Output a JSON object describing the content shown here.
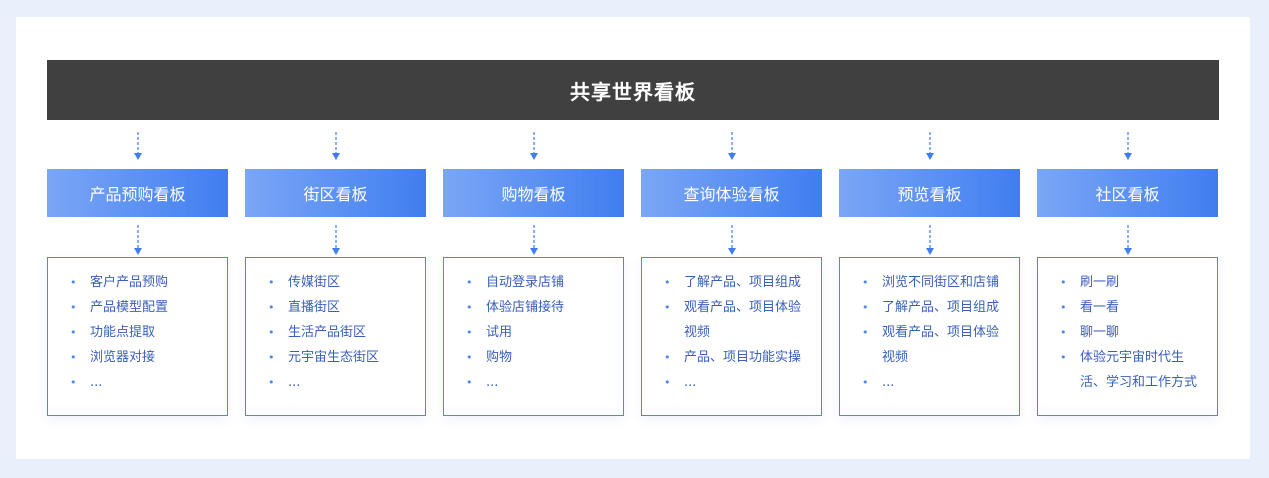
{
  "title": "共享世界看板",
  "boards": [
    {
      "title": "产品预购看板",
      "items": [
        "客户产品预购",
        "产品模型配置",
        "功能点提取",
        "浏览器对接",
        "..."
      ]
    },
    {
      "title": "街区看板",
      "items": [
        "传媒街区",
        "直播街区",
        "生活产品街区",
        "元宇宙生态街区",
        "..."
      ]
    },
    {
      "title": "购物看板",
      "items": [
        "自动登录店铺",
        "体验店铺接待",
        "试用",
        "购物",
        "..."
      ]
    },
    {
      "title": "查询体验看板",
      "items": [
        "了解产品、项目组成",
        "观看产品、项目体验视频",
        "产品、项目功能实操",
        "..."
      ]
    },
    {
      "title": "预览看板",
      "items": [
        "浏览不同街区和店铺",
        "了解产品、项目组成",
        "观看产品、项目体验视频",
        "..."
      ]
    },
    {
      "title": "社区看板",
      "items": [
        "刷一刷",
        "看一看",
        "聊一聊",
        "体验元宇宙时代生活、学习和工作方式"
      ]
    }
  ],
  "colors": {
    "banner": "#404040",
    "accent": "#3f7ef0",
    "header_start": "#7ba6f5",
    "text": "#3a5fb8"
  }
}
